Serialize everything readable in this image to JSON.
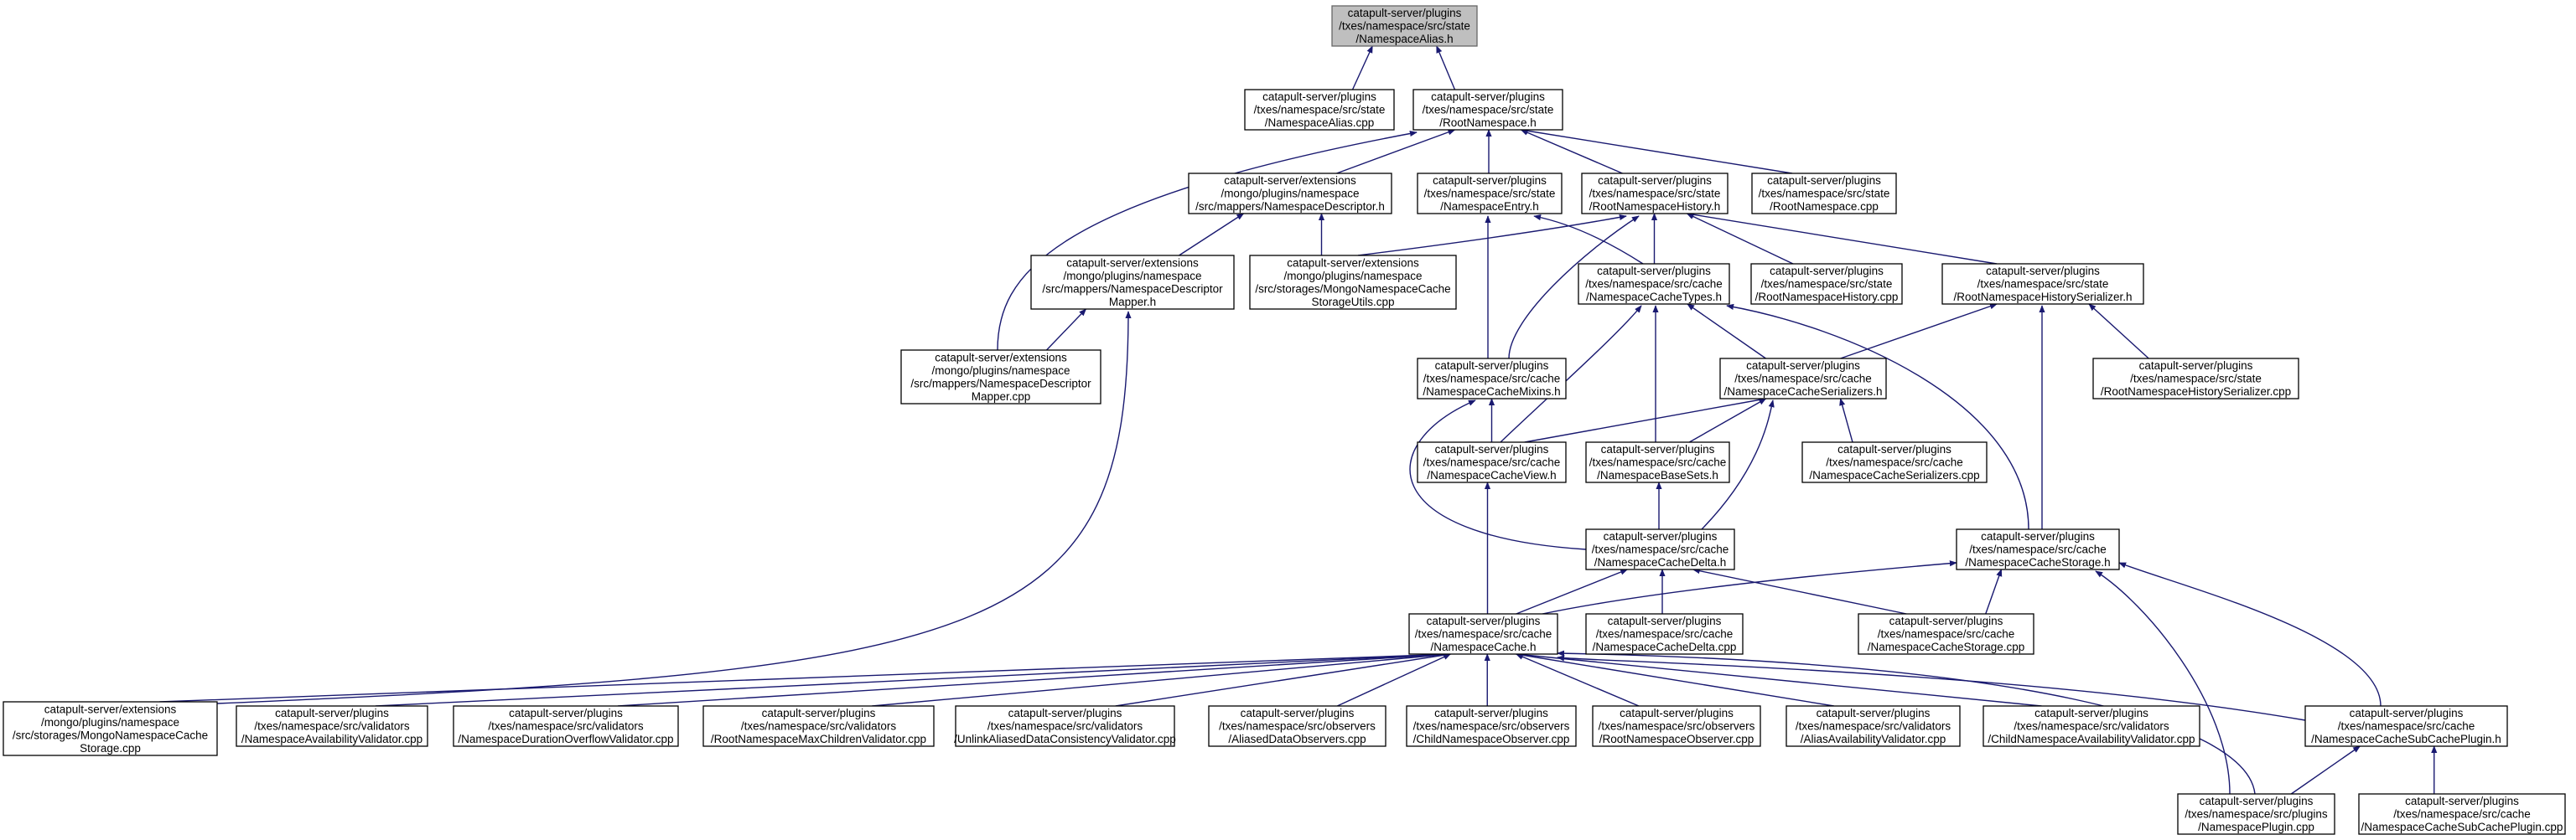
{
  "colors": {
    "edge": "#191970",
    "root_fill": "#bfbfbf",
    "node_fill": "#ffffff",
    "node_border": "#000000"
  },
  "nodes": [
    {
      "id": "n0",
      "lines": [
        "catapult-server/plugins",
        "/txes/namespace/src/state",
        "/NamespaceAlias.h"
      ],
      "root": true
    },
    {
      "id": "n1",
      "lines": [
        "catapult-server/plugins",
        "/txes/namespace/src/state",
        "/NamespaceAlias.cpp"
      ]
    },
    {
      "id": "n2",
      "lines": [
        "catapult-server/plugins",
        "/txes/namespace/src/state",
        "/RootNamespace.h"
      ]
    },
    {
      "id": "n3",
      "lines": [
        "catapult-server/extensions",
        "/mongo/plugins/namespace",
        "/src/mappers/NamespaceDescriptor.h"
      ]
    },
    {
      "id": "n4",
      "lines": [
        "catapult-server/plugins",
        "/txes/namespace/src/state",
        "/NamespaceEntry.h"
      ]
    },
    {
      "id": "n5",
      "lines": [
        "catapult-server/plugins",
        "/txes/namespace/src/state",
        "/RootNamespaceHistory.h"
      ]
    },
    {
      "id": "n6",
      "lines": [
        "catapult-server/plugins",
        "/txes/namespace/src/state",
        "/RootNamespace.cpp"
      ]
    },
    {
      "id": "n7",
      "lines": [
        "catapult-server/extensions",
        "/mongo/plugins/namespace",
        "/src/mappers/NamespaceDescriptor",
        "Mapper.h"
      ]
    },
    {
      "id": "n8",
      "lines": [
        "catapult-server/extensions",
        "/mongo/plugins/namespace",
        "/src/storages/MongoNamespaceCache",
        "StorageUtils.cpp"
      ]
    },
    {
      "id": "n9",
      "lines": [
        "catapult-server/plugins",
        "/txes/namespace/src/cache",
        "/NamespaceCacheTypes.h"
      ]
    },
    {
      "id": "n10",
      "lines": [
        "catapult-server/plugins",
        "/txes/namespace/src/state",
        "/RootNamespaceHistory.cpp"
      ]
    },
    {
      "id": "n11",
      "lines": [
        "catapult-server/plugins",
        "/txes/namespace/src/state",
        "/RootNamespaceHistorySerializer.h"
      ]
    },
    {
      "id": "n12",
      "lines": [
        "catapult-server/extensions",
        "/mongo/plugins/namespace",
        "/src/mappers/NamespaceDescriptor",
        "Mapper.cpp"
      ]
    },
    {
      "id": "n13",
      "lines": [
        "catapult-server/plugins",
        "/txes/namespace/src/cache",
        "/NamespaceCacheMixins.h"
      ]
    },
    {
      "id": "n14",
      "lines": [
        "catapult-server/plugins",
        "/txes/namespace/src/cache",
        "/NamespaceCacheSerializers.h"
      ]
    },
    {
      "id": "n15",
      "lines": [
        "catapult-server/plugins",
        "/txes/namespace/src/state",
        "/RootNamespaceHistorySerializer.cpp"
      ]
    },
    {
      "id": "n16",
      "lines": [
        "catapult-server/plugins",
        "/txes/namespace/src/cache",
        "/NamespaceCacheView.h"
      ]
    },
    {
      "id": "n17",
      "lines": [
        "catapult-server/plugins",
        "/txes/namespace/src/cache",
        "/NamespaceBaseSets.h"
      ]
    },
    {
      "id": "n18",
      "lines": [
        "catapult-server/plugins",
        "/txes/namespace/src/cache",
        "/NamespaceCacheSerializers.cpp"
      ]
    },
    {
      "id": "n19",
      "lines": [
        "catapult-server/plugins",
        "/txes/namespace/src/cache",
        "/NamespaceCacheDelta.h"
      ]
    },
    {
      "id": "n20",
      "lines": [
        "catapult-server/plugins",
        "/txes/namespace/src/cache",
        "/NamespaceCacheStorage.h"
      ]
    },
    {
      "id": "n21",
      "lines": [
        "catapult-server/plugins",
        "/txes/namespace/src/cache",
        "/NamespaceCache.h"
      ]
    },
    {
      "id": "n22",
      "lines": [
        "catapult-server/plugins",
        "/txes/namespace/src/cache",
        "/NamespaceCacheDelta.cpp"
      ]
    },
    {
      "id": "n23",
      "lines": [
        "catapult-server/plugins",
        "/txes/namespace/src/cache",
        "/NamespaceCacheStorage.cpp"
      ]
    },
    {
      "id": "n24",
      "lines": [
        "catapult-server/extensions",
        "/mongo/plugins/namespace",
        "/src/storages/MongoNamespaceCache",
        "Storage.cpp"
      ]
    },
    {
      "id": "n25",
      "lines": [
        "catapult-server/plugins",
        "/txes/namespace/src/validators",
        "/NamespaceAvailabilityValidator.cpp"
      ]
    },
    {
      "id": "n26",
      "lines": [
        "catapult-server/plugins",
        "/txes/namespace/src/validators",
        "/NamespaceDurationOverflowValidator.cpp"
      ]
    },
    {
      "id": "n27",
      "lines": [
        "catapult-server/plugins",
        "/txes/namespace/src/validators",
        "/RootNamespaceMaxChildrenValidator.cpp"
      ]
    },
    {
      "id": "n28",
      "lines": [
        "catapult-server/plugins",
        "/txes/namespace/src/validators",
        "/UnlinkAliasedDataConsistencyValidator.cpp"
      ]
    },
    {
      "id": "n29",
      "lines": [
        "catapult-server/plugins",
        "/txes/namespace/src/observers",
        "/AliasedDataObservers.cpp"
      ]
    },
    {
      "id": "n30",
      "lines": [
        "catapult-server/plugins",
        "/txes/namespace/src/observers",
        "/ChildNamespaceObserver.cpp"
      ]
    },
    {
      "id": "n31",
      "lines": [
        "catapult-server/plugins",
        "/txes/namespace/src/observers",
        "/RootNamespaceObserver.cpp"
      ]
    },
    {
      "id": "n32",
      "lines": [
        "catapult-server/plugins",
        "/txes/namespace/src/validators",
        "/AliasAvailabilityValidator.cpp"
      ]
    },
    {
      "id": "n33",
      "lines": [
        "catapult-server/plugins",
        "/txes/namespace/src/validators",
        "/ChildNamespaceAvailabilityValidator.cpp"
      ]
    },
    {
      "id": "n34",
      "lines": [
        "catapult-server/plugins",
        "/txes/namespace/src/cache",
        "/NamespaceCacheSubCachePlugin.h"
      ]
    },
    {
      "id": "n35",
      "lines": [
        "catapult-server/plugins",
        "/txes/namespace/src/plugins",
        "/NamespacePlugin.cpp"
      ]
    },
    {
      "id": "n36",
      "lines": [
        "catapult-server/plugins",
        "/txes/namespace/src/cache",
        "/NamespaceCacheSubCachePlugin.cpp"
      ]
    }
  ],
  "edges": [
    [
      "n1",
      "n0"
    ],
    [
      "n2",
      "n0"
    ],
    [
      "n3",
      "n2"
    ],
    [
      "n4",
      "n2"
    ],
    [
      "n5",
      "n2"
    ],
    [
      "n6",
      "n2"
    ],
    [
      "n12",
      "n2"
    ],
    [
      "n7",
      "n3"
    ],
    [
      "n8",
      "n3"
    ],
    [
      "n12",
      "n7"
    ],
    [
      "n24",
      "n7"
    ],
    [
      "n13",
      "n4"
    ],
    [
      "n9",
      "n4"
    ],
    [
      "n8",
      "n5"
    ],
    [
      "n9",
      "n5"
    ],
    [
      "n10",
      "n5"
    ],
    [
      "n11",
      "n5"
    ],
    [
      "n13",
      "n5"
    ],
    [
      "n14",
      "n9"
    ],
    [
      "n16",
      "n9"
    ],
    [
      "n17",
      "n9"
    ],
    [
      "n20",
      "n9"
    ],
    [
      "n14",
      "n11"
    ],
    [
      "n15",
      "n11"
    ],
    [
      "n20",
      "n11"
    ],
    [
      "n16",
      "n13"
    ],
    [
      "n19",
      "n13"
    ],
    [
      "n16",
      "n14"
    ],
    [
      "n17",
      "n14"
    ],
    [
      "n18",
      "n14"
    ],
    [
      "n19",
      "n14"
    ],
    [
      "n21",
      "n16"
    ],
    [
      "n19",
      "n17"
    ],
    [
      "n21",
      "n19"
    ],
    [
      "n22",
      "n19"
    ],
    [
      "n23",
      "n19"
    ],
    [
      "n21",
      "n20"
    ],
    [
      "n23",
      "n20"
    ],
    [
      "n34",
      "n20"
    ],
    [
      "n35",
      "n20"
    ],
    [
      "n24",
      "n21"
    ],
    [
      "n25",
      "n21"
    ],
    [
      "n26",
      "n21"
    ],
    [
      "n27",
      "n21"
    ],
    [
      "n28",
      "n21"
    ],
    [
      "n29",
      "n21"
    ],
    [
      "n30",
      "n21"
    ],
    [
      "n31",
      "n21"
    ],
    [
      "n32",
      "n21"
    ],
    [
      "n33",
      "n21"
    ],
    [
      "n34",
      "n21"
    ],
    [
      "n35",
      "n21"
    ],
    [
      "n35",
      "n34"
    ],
    [
      "n36",
      "n34"
    ]
  ]
}
